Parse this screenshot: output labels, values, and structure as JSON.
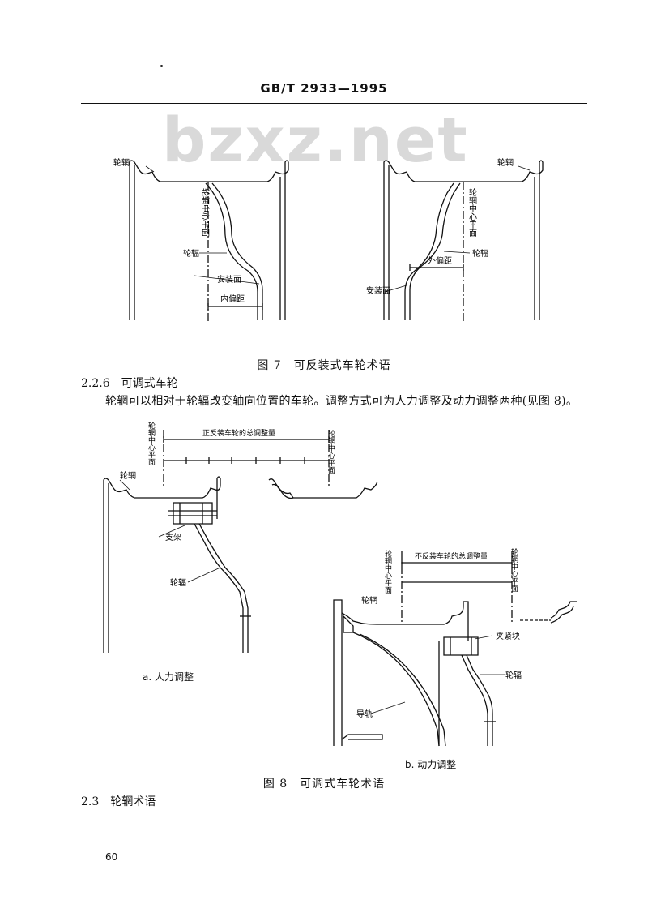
{
  "header": {
    "title": "GB/T 2933—1995"
  },
  "watermark": "bzxz.net",
  "figure7": {
    "left": {
      "rim": "轮辋",
      "rim_center_plane": "轮辋中心平面",
      "disc": "轮辐",
      "mount_face": "安装面",
      "inset": "内偏距"
    },
    "right": {
      "rim": "轮辋",
      "rim_center_plane": "轮辋中心平面",
      "disc": "轮辐",
      "outset": "外偏距",
      "mount_face": "安装面"
    },
    "caption": "图 7　可反装式车轮术语"
  },
  "section_226": {
    "heading": "2.2.6　可调式车轮",
    "body": "轮辋可以相对于轮辐改变轴向位置的车轮。调整方式可为人力调整及动力调整两种(见图 8)。"
  },
  "figure8": {
    "a": {
      "rim_center_plane_left": "轮辋中心平面",
      "total_adjust": "正反装车轮的总调整量",
      "rim_center_plane_right": "轮辋中心平面",
      "rim": "轮辋",
      "bracket": "支架",
      "disc": "轮辐",
      "caption": "a. 人力调整"
    },
    "b": {
      "rim_center_plane_left": "轮辋中心平面",
      "total_adjust": "不反装车轮的总调整量",
      "rim_center_plane_right": "轮辋中心平面",
      "rim": "轮辋",
      "clamp": "夹紧块",
      "disc": "轮辐",
      "guide": "导轨",
      "caption": "b. 动力调整"
    },
    "caption": "图 8　可调式车轮术语"
  },
  "section_23": {
    "heading": "2.3　轮辋术语"
  },
  "page_number": "60"
}
